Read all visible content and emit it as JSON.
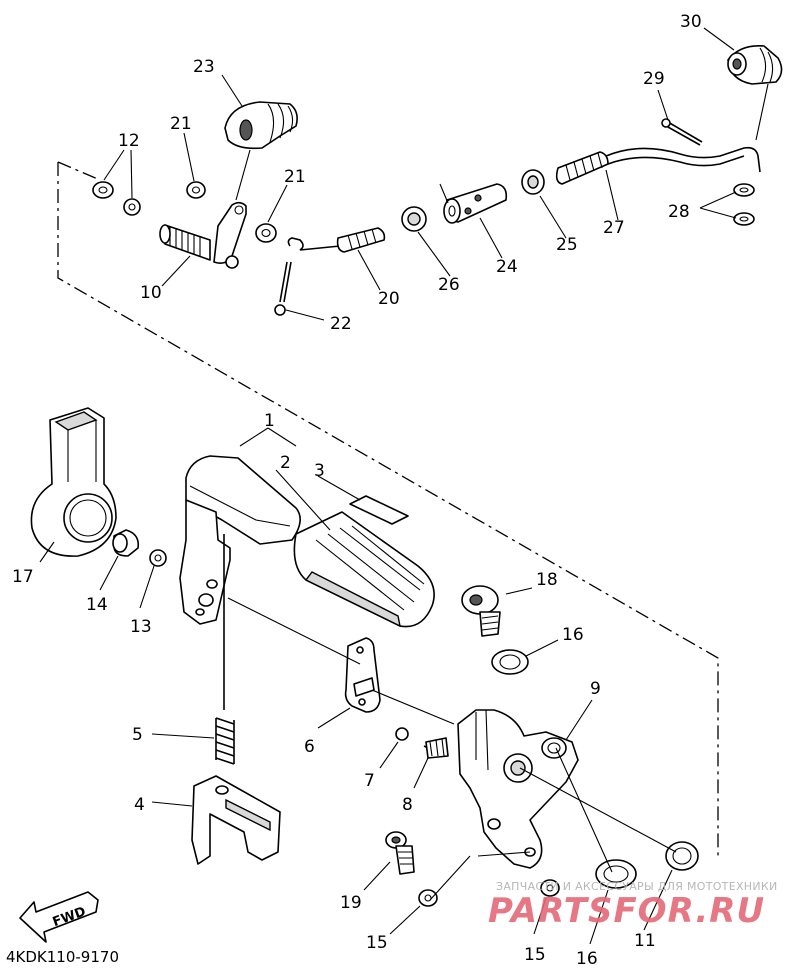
{
  "diagram": {
    "catalog_code": "4KDK110-9170",
    "fwd_label": "FWD",
    "watermark": {
      "caption": "ЗАПЧАСТИ И АКСЕССУАРЫ ДЛЯ МОТОТЕХНИКИ",
      "brand": "PARTSFOR.RU"
    },
    "callouts": {
      "c1": "1",
      "c2": "2",
      "c3": "3",
      "c4": "4",
      "c5": "5",
      "c6": "6",
      "c7": "7",
      "c8": "8",
      "c9": "9",
      "c10": "10",
      "c11": "11",
      "c12": "12",
      "c13": "13",
      "c14": "14",
      "c15a": "15",
      "c15b": "15",
      "c16a": "16",
      "c16b": "16",
      "c17": "17",
      "c18": "18",
      "c19": "19",
      "c20": "20",
      "c21a": "21",
      "c21b": "21",
      "c22": "22",
      "c23": "23",
      "c24": "24",
      "c25": "25",
      "c26": "26",
      "c27": "27",
      "c28": "28",
      "c29": "29",
      "c30": "30"
    }
  }
}
